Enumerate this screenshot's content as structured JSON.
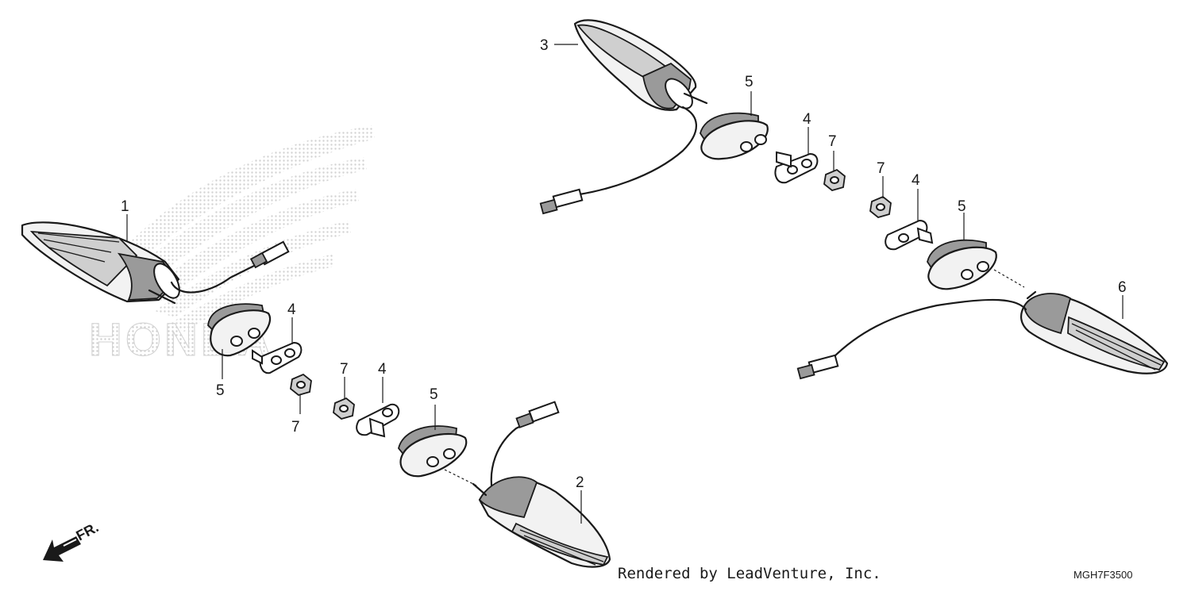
{
  "watermark": {
    "brand": "HONDA",
    "logo": "honda-wing-logo"
  },
  "callouts": {
    "part1": "1",
    "part2": "2",
    "part3": "3",
    "part4a": "4",
    "part4b": "4",
    "part4c": "4",
    "part4d": "4",
    "part5a": "5",
    "part5b": "5",
    "part5c": "5",
    "part5d": "5",
    "part6": "6",
    "part7a": "7",
    "part7b": "7",
    "part7c": "7",
    "part7d": "7"
  },
  "direction": {
    "label": "FR.",
    "icon": "front-arrow-icon"
  },
  "footer": {
    "credit": "Rendered by LeadVenture, Inc.",
    "diagram_code": "MGH7F3500"
  }
}
